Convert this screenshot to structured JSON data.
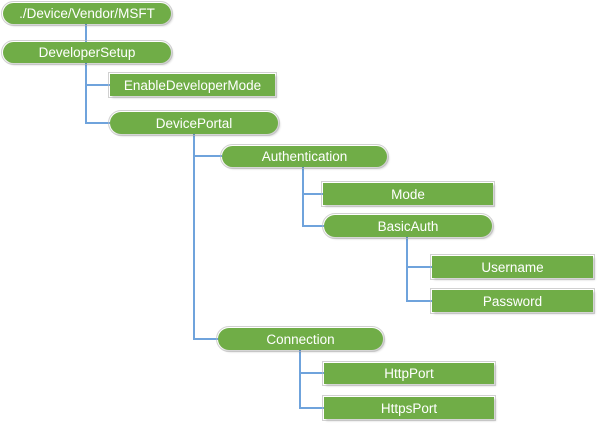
{
  "diagram": {
    "background_color": "#FFFFFF",
    "node_fill_color": "#70AD47",
    "node_text_color": "#FFFFFF",
    "connector_color": "#6FA3DC",
    "nodes": [
      {
        "label": "./Device/Vendor/MSFT",
        "shape": "rounded",
        "parent": null
      },
      {
        "label": "DeveloperSetup",
        "shape": "rounded",
        "parent": "./Device/Vendor/MSFT"
      },
      {
        "label": "EnableDeveloperMode",
        "shape": "rectangle",
        "parent": "DeveloperSetup"
      },
      {
        "label": "DevicePortal",
        "shape": "rounded",
        "parent": "DeveloperSetup"
      },
      {
        "label": "Authentication",
        "shape": "rounded",
        "parent": "DevicePortal"
      },
      {
        "label": "Mode",
        "shape": "rectangle",
        "parent": "Authentication"
      },
      {
        "label": "BasicAuth",
        "shape": "rounded",
        "parent": "Authentication"
      },
      {
        "label": "Username",
        "shape": "rectangle",
        "parent": "BasicAuth"
      },
      {
        "label": "Password",
        "shape": "rectangle",
        "parent": "BasicAuth"
      },
      {
        "label": "Connection",
        "shape": "rounded",
        "parent": "DevicePortal"
      },
      {
        "label": "HttpPort",
        "shape": "rectangle",
        "parent": "Connection"
      },
      {
        "label": "HttpsPort",
        "shape": "rectangle",
        "parent": "Connection"
      }
    ]
  }
}
